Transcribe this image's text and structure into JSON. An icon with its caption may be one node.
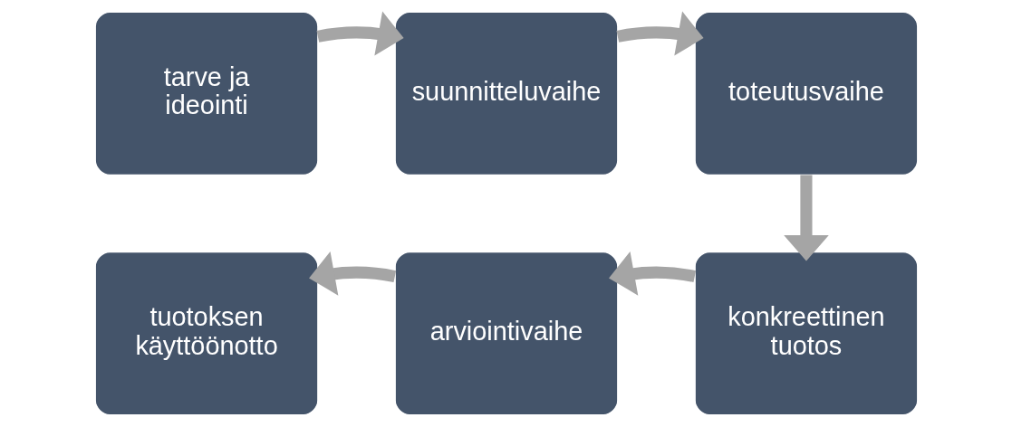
{
  "diagram": {
    "nodes": [
      {
        "text": [
          "tarve ja ideointi"
        ]
      },
      {
        "text": [
          "suunnitteluvaihe"
        ]
      },
      {
        "text": [
          "toteutusvaihe"
        ]
      },
      {
        "text": [
          "konkreettinen tuotos"
        ]
      },
      {
        "text": [
          "arviointivaihe"
        ]
      },
      {
        "text": [
          "tuotoksen käyttöönotto"
        ]
      }
    ],
    "edges": [
      {
        "from": 0,
        "to": 1,
        "arrow": "to"
      },
      {
        "from": 1,
        "to": 2,
        "arrow": "to"
      },
      {
        "from": 2,
        "to": 3,
        "arrow": "to"
      },
      {
        "from": 3,
        "to": 4,
        "arrow": "to"
      },
      {
        "from": 4,
        "to": 5,
        "arrow": "to"
      }
    ]
  }
}
